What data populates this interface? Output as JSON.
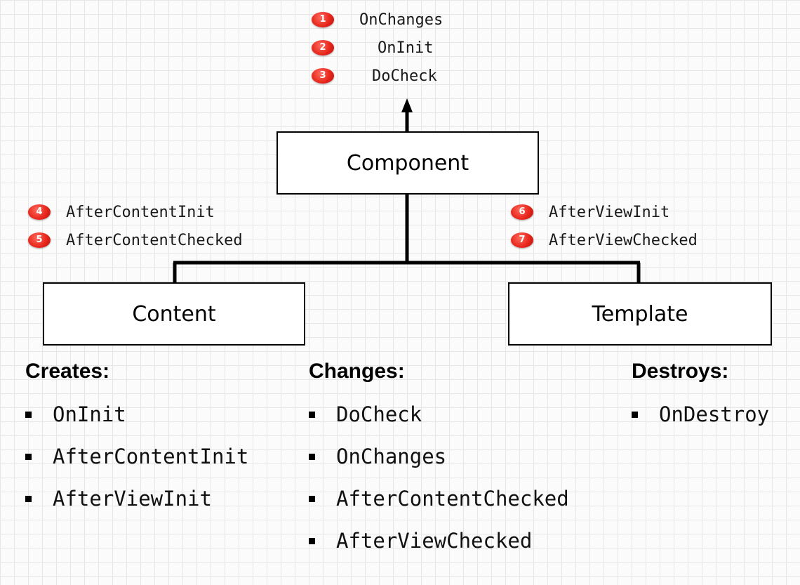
{
  "top_hooks": [
    {
      "num": "1",
      "label": "OnChanges"
    },
    {
      "num": "2",
      "label": "OnInit"
    },
    {
      "num": "3",
      "label": "DoCheck"
    }
  ],
  "left_hooks": [
    {
      "num": "4",
      "label": "AfterContentInit"
    },
    {
      "num": "5",
      "label": "AfterContentChecked"
    }
  ],
  "right_hooks": [
    {
      "num": "6",
      "label": "AfterViewInit"
    },
    {
      "num": "7",
      "label": "AfterViewChecked"
    }
  ],
  "boxes": {
    "component": "Component",
    "content": "Content",
    "template": "Template"
  },
  "lists": {
    "creates": {
      "heading": "Creates:",
      "items": [
        "OnInit",
        "AfterContentInit",
        "AfterViewInit"
      ]
    },
    "changes": {
      "heading": "Changes:",
      "items": [
        "DoCheck",
        "OnChanges",
        "AfterContentChecked",
        "AfterViewChecked"
      ]
    },
    "destroys": {
      "heading": "Destroys:",
      "items": [
        "OnDestroy"
      ]
    }
  },
  "colors": {
    "badge": "#e8261c",
    "line": "#000000",
    "grid": "#e7e7e7"
  }
}
